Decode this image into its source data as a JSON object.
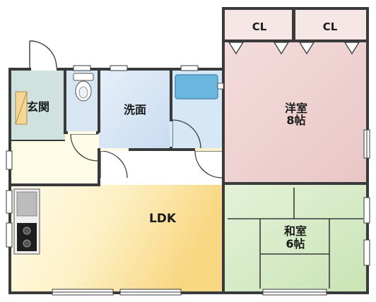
{
  "labels": {
    "closet_left": "CL",
    "closet_right": "CL",
    "entrance": "玄関",
    "washroom": "洗面",
    "western_room_name": "洋室",
    "western_room_size": "8帖",
    "ldk": "LDK",
    "japanese_room_name": "和室",
    "japanese_room_size": "6帖"
  },
  "colors": {
    "wall": "#3a3a3a",
    "western_room": "#eed2d2",
    "closet": "#f6e6e6",
    "japanese_room": "#d6ebc8",
    "ldk_light": "#fffbe8",
    "ldk_dark": "#f9dc8e",
    "washroom": "#d4e4f4",
    "entrance": "#cfe2e0",
    "bath_tub": "#6bb6df"
  }
}
